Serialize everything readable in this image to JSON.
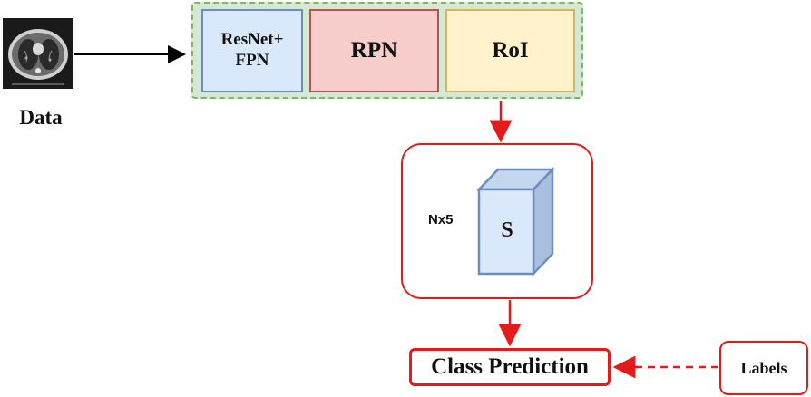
{
  "data": {
    "label": "Data",
    "thumbnail_icon": "ct-lung-scan-icon"
  },
  "backbone": {
    "resnet_label_line1": "ResNet+",
    "resnet_label_line2": "FPN",
    "rpn_label": "RPN",
    "roi_label": "RoI"
  },
  "feature": {
    "dimension_label": "Nx5",
    "cube_label": "S"
  },
  "class_prediction_label": "Class Prediction",
  "labels_label": "Labels",
  "colors": {
    "arrow_red": "#e31b1b",
    "backbone_fill": "#d5e8d4",
    "backbone_border": "#82b366",
    "resnet_fill": "#dae8fc",
    "rpn_fill": "#f8cecc",
    "roi_fill": "#fff2cc",
    "cube_fill": "#dae8fc",
    "cube_border": "#6c8ebf"
  }
}
